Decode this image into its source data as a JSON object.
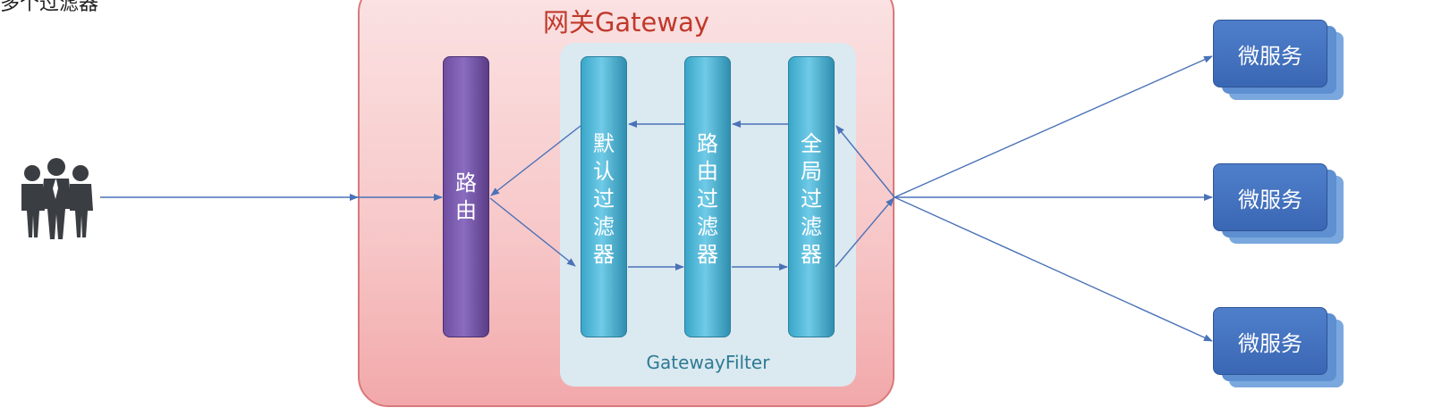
{
  "top_left_text": "多个过滤器",
  "gateway": {
    "title": "网关Gateway"
  },
  "route": {
    "label": "路由"
  },
  "filter_panel": {
    "label": "GatewayFilter"
  },
  "filters": [
    {
      "label": "默认过滤器"
    },
    {
      "label": "路由过滤器"
    },
    {
      "label": "全局过滤器"
    }
  ],
  "services": [
    {
      "label": "微服务"
    },
    {
      "label": "微服务"
    },
    {
      "label": "微服务"
    }
  ],
  "colors": {
    "arrow": "#4a72b8",
    "gateway_title": "#c0392b",
    "route_bar": "#7b5db3",
    "filter_bar": "#4fb9dd",
    "service": "#3f6fb8"
  },
  "icons": {
    "users": "users-group-icon"
  }
}
